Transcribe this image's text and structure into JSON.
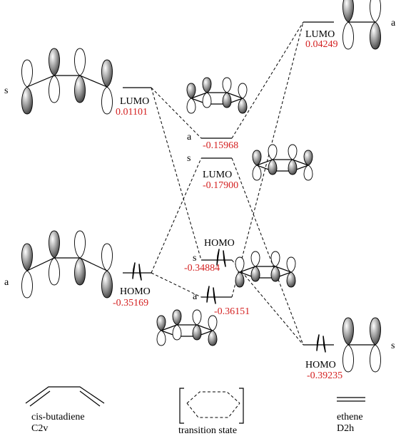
{
  "levels": {
    "butadiene_lumo": {
      "sym": "s",
      "label": "LUMO",
      "energy": "0.01101"
    },
    "butadiene_homo": {
      "sym": "a",
      "label": "HOMO",
      "energy": "-0.35169"
    },
    "ts_a_upper": {
      "sym": "a",
      "energy": "-0.15968"
    },
    "ts_s_upper": {
      "sym": "s",
      "label": "LUMO",
      "energy": "-0.17900"
    },
    "ts_s_lower": {
      "sym": "s",
      "label": "HOMO",
      "energy": "-0.34884"
    },
    "ts_a_lower": {
      "sym": "a",
      "energy": "-0.36151"
    },
    "ethene_lumo": {
      "sym": "a",
      "label": "LUMO",
      "energy": "0.04249"
    },
    "ethene_homo": {
      "sym": "s",
      "label": "HOMO",
      "energy": "-0.39235"
    }
  },
  "structures": {
    "butadiene": {
      "name": "cis-butadiene",
      "point_group": "C2v"
    },
    "transition_state": {
      "name": "transition state"
    },
    "ethene": {
      "name": "ethene",
      "point_group": "D2h"
    }
  },
  "colors": {
    "energy": "#d42020",
    "shaded_lobe": "#8a8a8a"
  }
}
